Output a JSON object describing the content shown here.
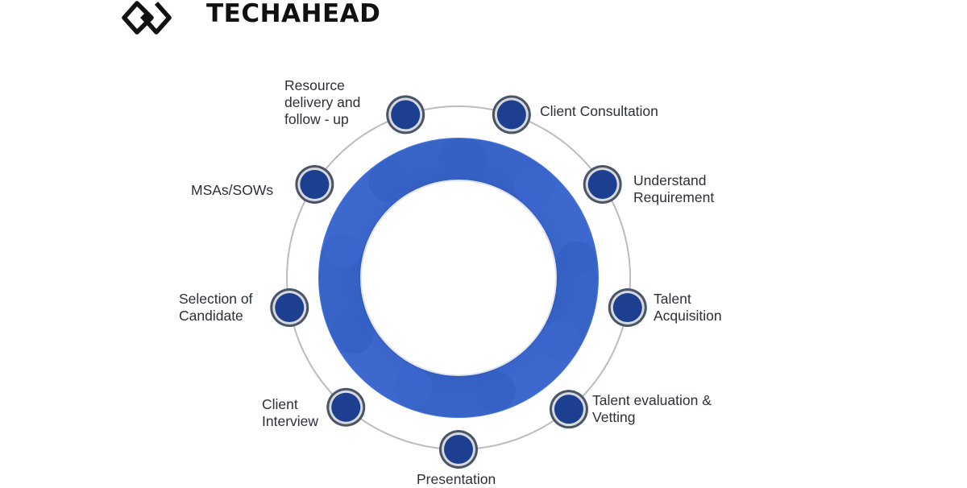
{
  "brand": {
    "name": "TECHAHEAD",
    "logo_icon": "techahead-diamond-logo"
  },
  "diagram": {
    "type": "cycle",
    "ring_color": "#3a64c8",
    "node_color": "#1d3f8f",
    "track_color": "#b9bcc4",
    "steps": [
      {
        "id": "client-consultation",
        "label": "Client Consultation"
      },
      {
        "id": "understand-requirement",
        "label": "Understand\nRequirement"
      },
      {
        "id": "talent-acquisition",
        "label": "Talent\nAcquisition"
      },
      {
        "id": "talent-evaluation",
        "label": "Talent evaluation &\nVetting"
      },
      {
        "id": "presentation",
        "label": "Presentation"
      },
      {
        "id": "client-interview",
        "label": "Client\nInterview"
      },
      {
        "id": "selection-of-candidate",
        "label": "Selection of\nCandidate"
      },
      {
        "id": "msas-sows",
        "label": "MSAs/SOWs"
      },
      {
        "id": "resource-delivery",
        "label": "Resource\ndelivery and\nfollow - up"
      }
    ]
  }
}
